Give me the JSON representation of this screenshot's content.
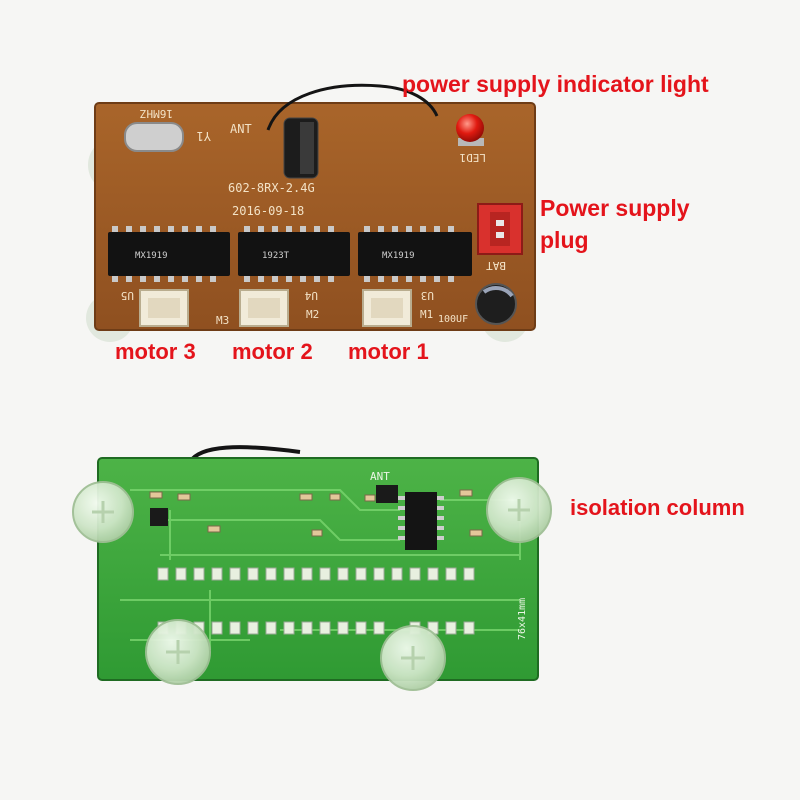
{
  "labels": {
    "power_indicator": "power supply indicator light",
    "power_plug_line1": "Power supply",
    "power_plug_line2": "plug",
    "motor3": "motor 3",
    "motor2": "motor 2",
    "motor1": "motor 1",
    "isolation": "isolation column"
  },
  "board_top": {
    "crystal": "16MHZ",
    "y1": "Y1",
    "ant": "ANT",
    "model": "602-8RX-2.4G",
    "date": "2016-09-18",
    "led": "LED1",
    "bat": "BAT",
    "u5": "U5",
    "u4": "U4",
    "u3": "U3",
    "m3": "M3",
    "m2": "M2",
    "m1": "M1",
    "cap": "100UF",
    "chip_mark": "MX1919",
    "chip_code": "1923T"
  },
  "board_bottom": {
    "ant": "ANT",
    "size": "76x41mm"
  },
  "colors": {
    "label_red": "#e4141b",
    "pcb_brown": "#9a5a22",
    "pcb_green": "#3fa63a"
  }
}
